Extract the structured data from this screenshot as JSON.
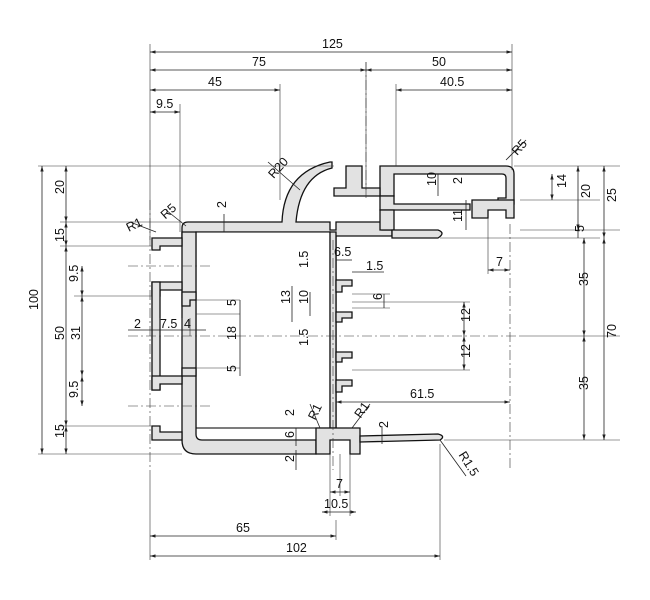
{
  "dimensions": {
    "top": [
      "125",
      "75",
      "50",
      "45",
      "40.5",
      "9.5"
    ],
    "radii": [
      "R20",
      "R5",
      "R1",
      "R5",
      "R1",
      "R1",
      "R1.5"
    ],
    "right": [
      "14",
      "20",
      "25",
      "5",
      "35",
      "70",
      "35"
    ],
    "left": [
      "20",
      "15",
      "9.5",
      "50",
      "31",
      "9.5",
      "15",
      "100"
    ],
    "interior": [
      "2",
      "10",
      "2",
      "11",
      "7",
      "6.5",
      "1.5",
      "1.5",
      "13",
      "10",
      "6",
      "5",
      "18",
      "5",
      "1.5",
      "12",
      "12",
      "2",
      "7.5",
      "4",
      "61.5",
      "2",
      "6",
      "2",
      "2"
    ],
    "bottom": [
      "7",
      "10.5",
      "65",
      "102"
    ]
  }
}
